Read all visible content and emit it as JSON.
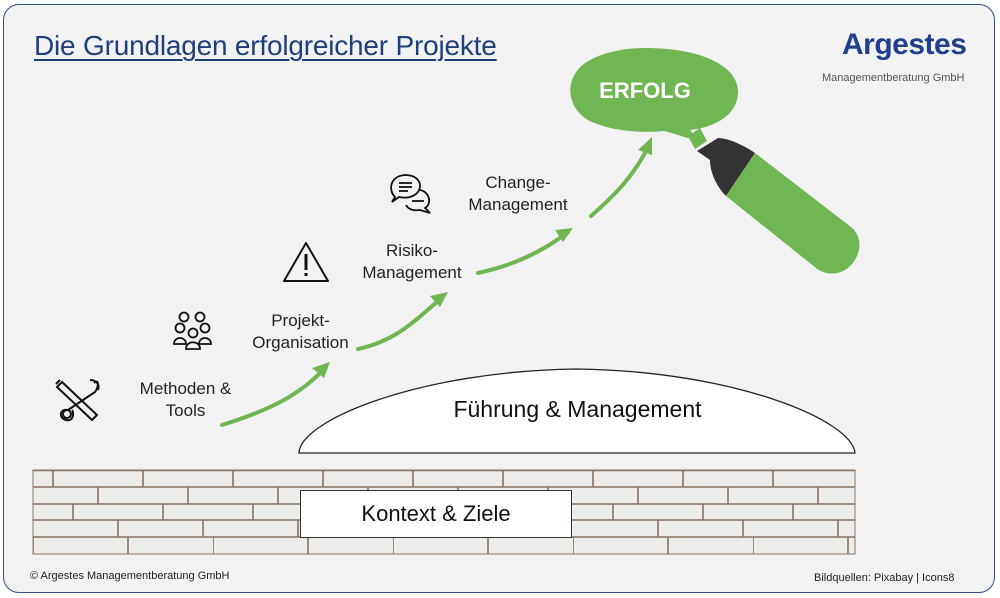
{
  "header": {
    "title": "Die Grundlagen erfolgreicher Projekte"
  },
  "logo": {
    "name": "Argestes",
    "subtitle": "Managementberatung GmbH"
  },
  "goal": {
    "label": "ERFOLG",
    "color": "#70b653"
  },
  "steps": [
    {
      "icon": "tools-icon",
      "line1": "Methoden &",
      "line2": "Tools"
    },
    {
      "icon": "team-icon",
      "line1": "Projekt-",
      "line2": "Organisation"
    },
    {
      "icon": "warning-icon",
      "line1": "Risiko-",
      "line2": "Management"
    },
    {
      "icon": "chat-icon",
      "line1": "Change-",
      "line2": "Management"
    }
  ],
  "foundation": {
    "leadership": "Führung & Management",
    "context": "Kontext & Ziele"
  },
  "footer": {
    "copyright": "© Argestes Managementberatung GmbH",
    "sources": "Bildquellen: Pixabay | Icons8"
  },
  "colors": {
    "accent": "#70b653",
    "title": "#1f3f7a",
    "marker_cap": "#333333"
  }
}
